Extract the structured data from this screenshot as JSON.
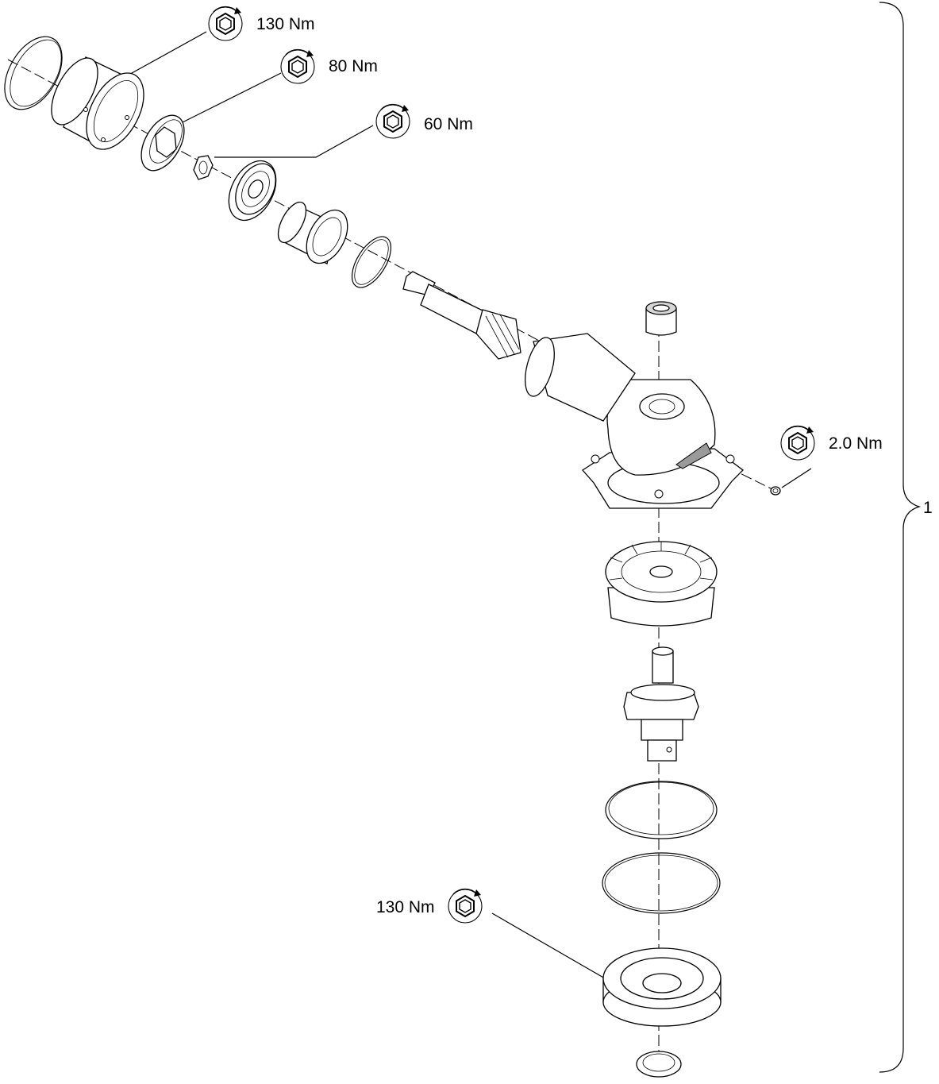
{
  "torque_callouts": [
    {
      "id": "sleeve",
      "value": "130 Nm"
    },
    {
      "id": "ring-nut",
      "value": "80 Nm"
    },
    {
      "id": "shaft-nut",
      "value": "60 Nm"
    },
    {
      "id": "set-screw",
      "value": "2.0 Nm"
    },
    {
      "id": "bottom-cover",
      "value": "130 Nm"
    }
  ],
  "assembly_reference": "1"
}
